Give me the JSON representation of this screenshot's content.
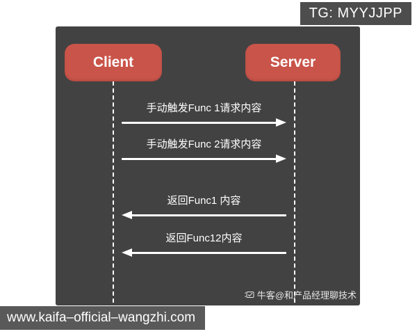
{
  "badge": {
    "label": "TG: MYYJJPP"
  },
  "diagram": {
    "actors": [
      {
        "name": "Client"
      },
      {
        "name": "Server"
      }
    ],
    "messages": [
      {
        "from": "Client",
        "to": "Server",
        "direction": "right",
        "label": "手动触发Func 1请求内容"
      },
      {
        "from": "Client",
        "to": "Server",
        "direction": "right",
        "label": "手动触发Func 2请求内容"
      },
      {
        "from": "Server",
        "to": "Client",
        "direction": "left",
        "label": "返回Func1 内容"
      },
      {
        "from": "Server",
        "to": "Client",
        "direction": "left",
        "label": "返回Func12内容"
      }
    ],
    "credit": {
      "icon": "nowcoder-logo-icon",
      "text": "牛客@和产品经理聊技术"
    }
  },
  "watermark": {
    "text": "www.kaifa–official–wangzhi.com"
  },
  "colors": {
    "panel": "#424242",
    "actor_box": "#c9544a",
    "badge_bg": "#4d4d4d",
    "watermark_bar": "#595959",
    "text": "#ffffff"
  }
}
